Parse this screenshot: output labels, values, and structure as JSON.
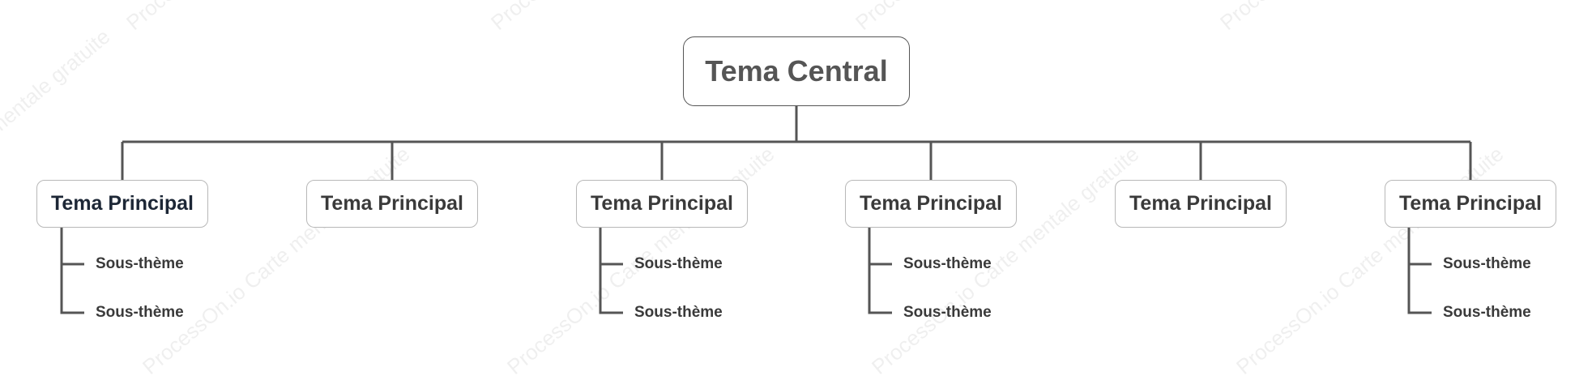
{
  "colors": {
    "connector": "#555555",
    "node_border": "#b8b8b8",
    "central_text": "#555555",
    "main_text": "#3a3a3a",
    "main_text_first": "#1d2736",
    "sub_text": "#3a3a3a"
  },
  "watermark_text": "ProcessOn.io Carte mentale gratuite",
  "central_topic": "Tema Central",
  "main_topics": [
    {
      "label": "Tema Principal",
      "subtopics": [
        "Sous-thème",
        "Sous-thème"
      ]
    },
    {
      "label": "Tema Principal",
      "subtopics": []
    },
    {
      "label": "Tema Principal",
      "subtopics": [
        "Sous-thème",
        "Sous-thème"
      ]
    },
    {
      "label": "Tema Principal",
      "subtopics": [
        "Sous-thème",
        "Sous-thème"
      ]
    },
    {
      "label": "Tema Principal",
      "subtopics": []
    },
    {
      "label": "Tema Principal",
      "subtopics": [
        "Sous-thème",
        "Sous-thème"
      ]
    }
  ]
}
